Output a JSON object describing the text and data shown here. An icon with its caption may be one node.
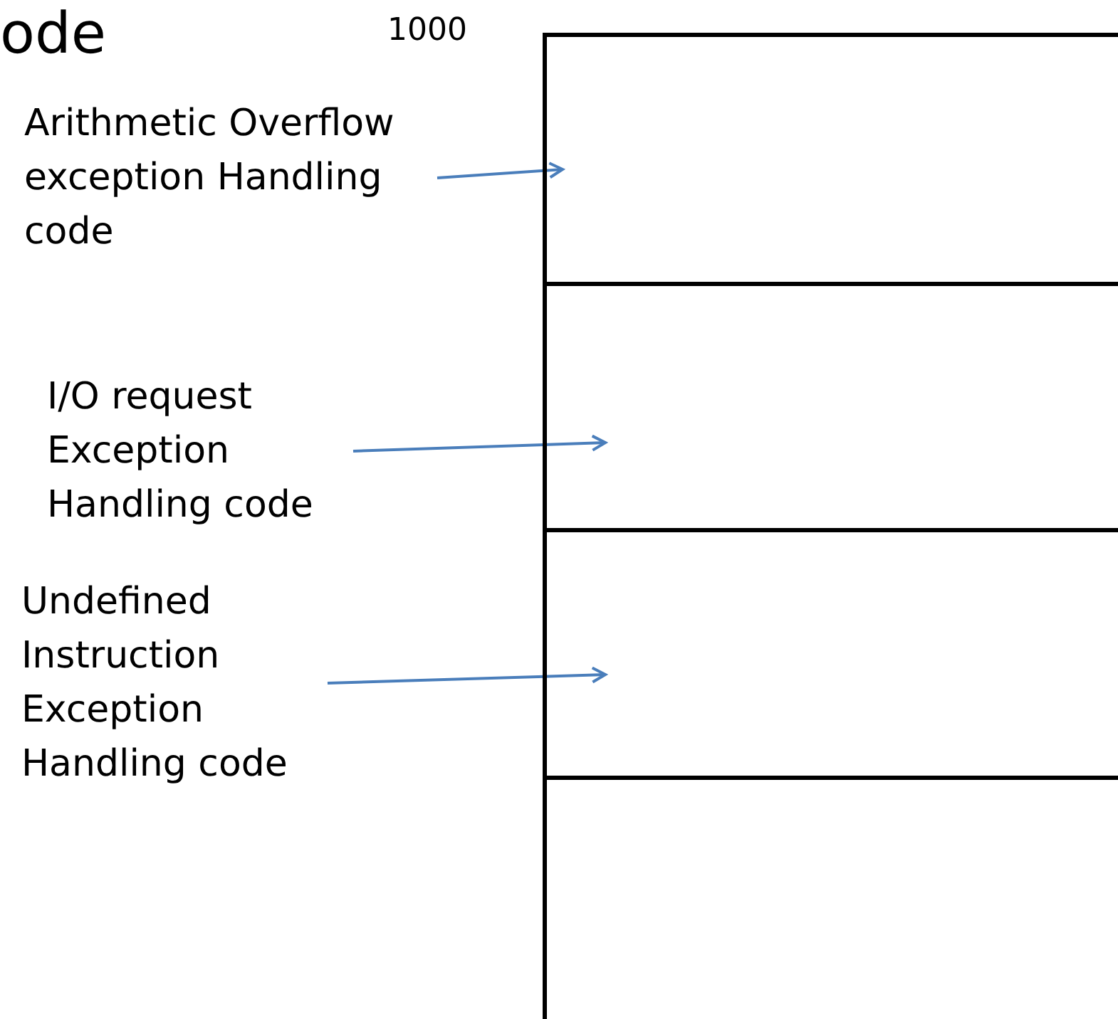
{
  "diagram": {
    "title": "ode",
    "nodes": [
      {
        "text": [
          "Arithmetic Overflow exception Handling code"
        ]
      },
      {
        "text": [
          "I/O request Exception Handling code"
        ]
      },
      {
        "text": [
          "Undefined Instruction Exception Handling code"
        ]
      },
      {
        "text": [],
        "shape": "box"
      },
      {
        "text": [],
        "shape": "box"
      },
      {
        "text": [],
        "shape": "box"
      },
      {
        "text": [],
        "shape": "box"
      }
    ],
    "edges": [
      {
        "from": 0,
        "to": 3,
        "arrow": "to"
      },
      {
        "from": 1,
        "to": 4,
        "arrow": "to"
      },
      {
        "from": 2,
        "to": 5,
        "arrow": "to"
      }
    ],
    "labels": [
      "1000"
    ]
  }
}
